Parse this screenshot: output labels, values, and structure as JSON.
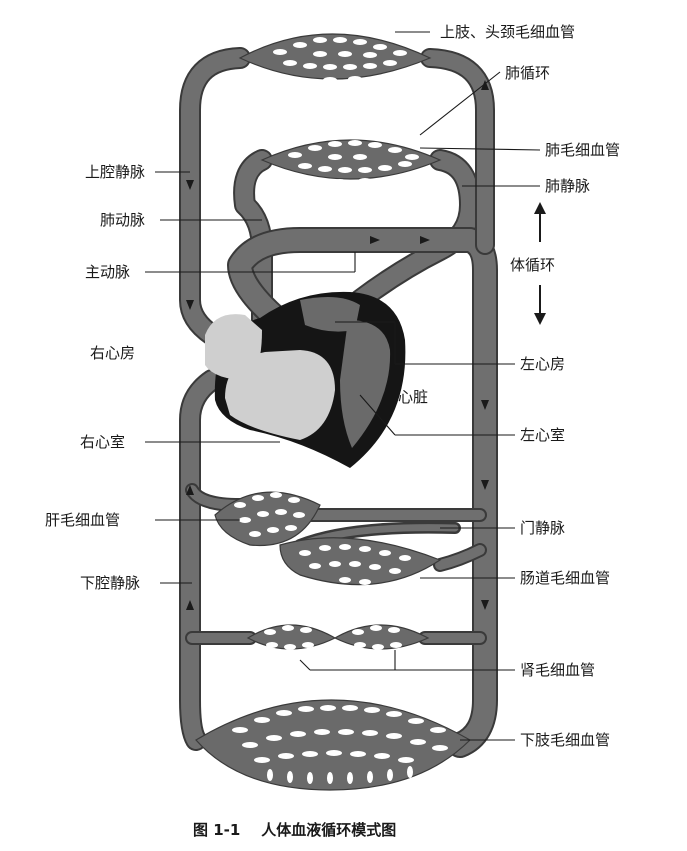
{
  "labels": {
    "upper_limb_head_neck_capillaries": "上肢、头颈毛细血管",
    "pulmonary_circulation": "肺循环",
    "pulmonary_capillaries": "肺毛细血管",
    "pulmonary_vein": "肺静脉",
    "superior_vena_cava": "上腔静脉",
    "pulmonary_artery": "肺动脉",
    "aorta": "主动脉",
    "systemic_circulation": "体循环",
    "right_atrium": "右心房",
    "left_atrium": "左心房",
    "heart": "心脏",
    "right_ventricle": "右心室",
    "left_ventricle": "左心室",
    "liver_capillaries": "肝毛细血管",
    "portal_vein": "门静脉",
    "intestinal_capillaries": "肠道毛细血管",
    "inferior_vena_cava": "下腔静脉",
    "kidney_capillaries": "肾毛细血管",
    "lower_limb_capillaries": "下肢毛细血管"
  },
  "caption": "图 1-1    人体血液循环模式图",
  "colors": {
    "venous_blood": "#cfcfcf",
    "arterial_blood": "#5c5c5c",
    "heart_wall": "#151515",
    "capillary_bed": "#6a6a6a"
  }
}
